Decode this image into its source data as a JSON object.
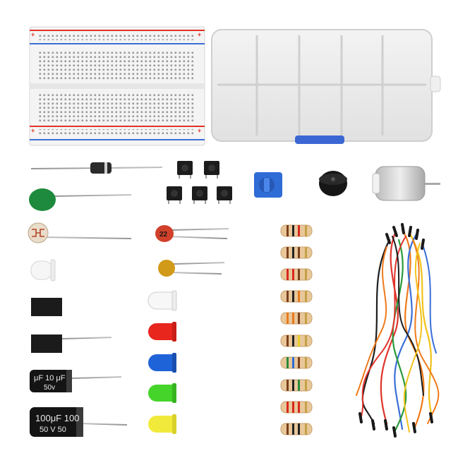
{
  "breadboard": {
    "plus_sign": "+",
    "minus_sign": "−"
  },
  "ceramic_capacitors": {
    "red_label": "22"
  },
  "electrolytic_capacitors": {
    "small": {
      "line1": "μF 10 μF",
      "line2": "50v"
    },
    "large": {
      "line1": "100μF 100",
      "line2": "50 V  50"
    }
  },
  "colors": {
    "led_red": "#e8261e",
    "led_blue": "#1f63d8",
    "led_green": "#45d42a",
    "led_yellow": "#f2ea3a",
    "potentiometer": "#2f6cd6",
    "resistor_body": "#e8c79a",
    "ceramic_red": "#d0402a",
    "ceramic_yellow": "#d19a18",
    "varistor": "#1e8a3d"
  },
  "icons": [
    "breadboard-icon",
    "storage-box-icon",
    "diode-icon",
    "varistor-icon",
    "photoresistor-icon",
    "rgb-led-icon",
    "transistor-icon",
    "electrolytic-capacitor-icon",
    "tactile-button-icon",
    "potentiometer-icon",
    "buzzer-icon",
    "dc-motor-icon",
    "ceramic-capacitor-icon",
    "led-icon",
    "resistor-icon",
    "jumper-wire-bundle-icon"
  ]
}
